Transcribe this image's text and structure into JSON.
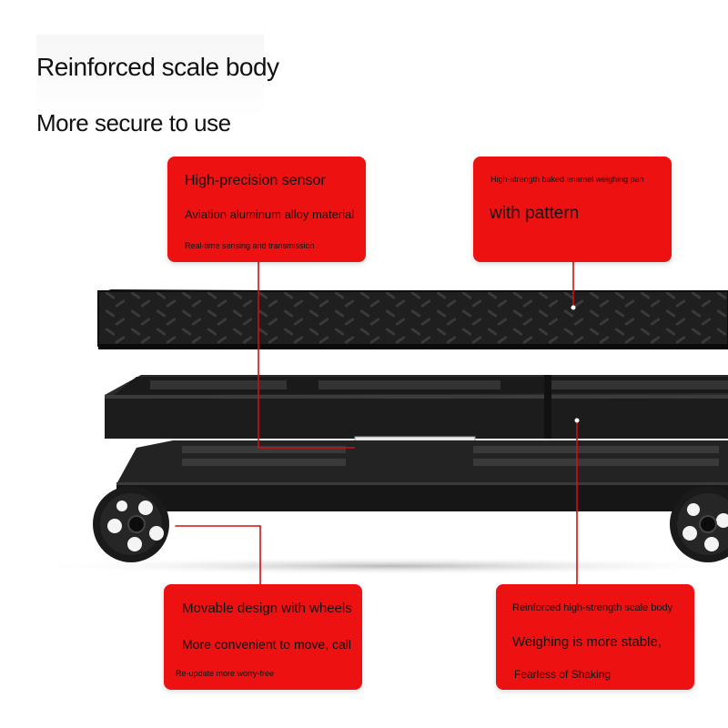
{
  "headline": {
    "title": "Reinforced scale body",
    "subtitle": "More secure to use"
  },
  "callouts": {
    "sensor": {
      "line1": "High-precision sensor",
      "line2": "Aviation aluminum alloy material",
      "line3": "Real-time sensing and transmission"
    },
    "pan": {
      "line1": "High-strength baked enamel weighing pan",
      "line2": "with pattern"
    },
    "wheels": {
      "line1": "Movable design with wheels",
      "line2": "More convenient to move, call",
      "line3": "Re-update more worry-free"
    },
    "body": {
      "line1": "Reinforced high-strength scale body",
      "line2": "Weighing is more stable,",
      "line3": "Fearless of Shaking"
    }
  },
  "colors": {
    "callout_red": "#ee1111",
    "pointer_line": "#d01010",
    "scale_black": "#1c1c1c"
  }
}
